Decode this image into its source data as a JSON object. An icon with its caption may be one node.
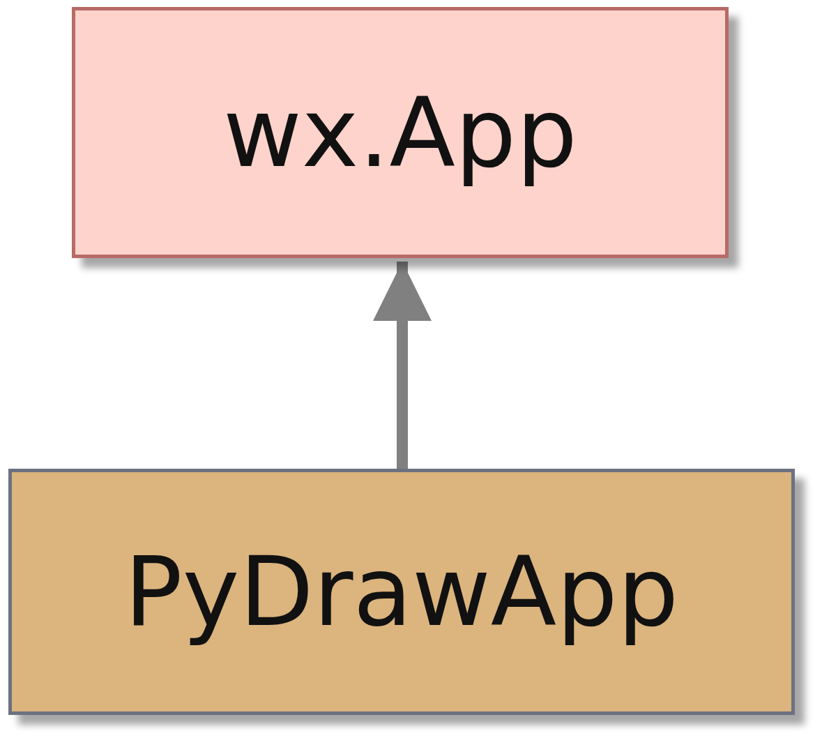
{
  "diagram": {
    "nodes": [
      {
        "text": [
          "wx.App"
        ]
      },
      {
        "text": [
          "PyDrawApp"
        ]
      }
    ],
    "edges": [
      {
        "from": 1,
        "to": 0,
        "arrow": "to"
      }
    ]
  }
}
